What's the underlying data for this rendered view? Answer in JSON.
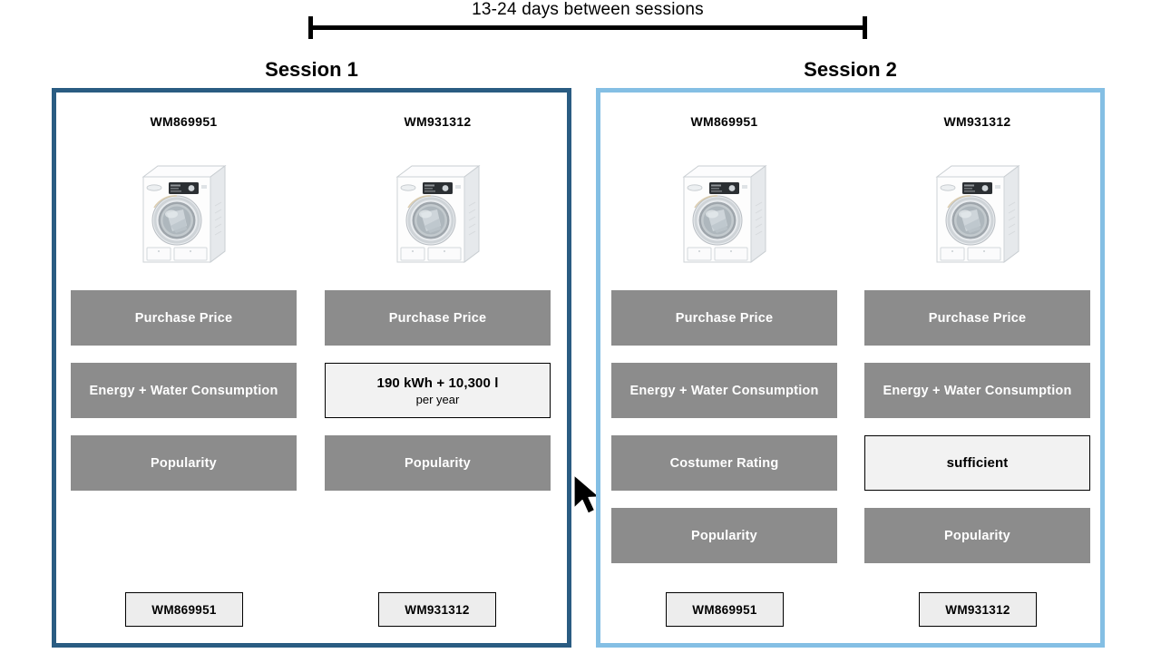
{
  "timeline": {
    "label": "13-24 days between sessions"
  },
  "sessions": [
    {
      "title": "Session 1",
      "border_color": "#2a5c82",
      "products": [
        {
          "name": "WM869951",
          "image": "washing-machine-image",
          "choice_label": "WM869951"
        },
        {
          "name": "WM931312",
          "image": "washing-machine-image",
          "choice_label": "WM931312"
        }
      ],
      "attribute_rows": [
        {
          "cells": [
            {
              "state": "hidden",
              "label": "Purchase Price"
            },
            {
              "state": "hidden",
              "label": "Purchase Price"
            }
          ]
        },
        {
          "cells": [
            {
              "state": "hidden",
              "label": "Energy + Water Consumption"
            },
            {
              "state": "revealed",
              "label": "Energy + Water Consumption",
              "value": "190 kWh + 10,300 l",
              "subvalue": "per year",
              "cursor": true
            }
          ]
        },
        {
          "cells": [
            {
              "state": "hidden",
              "label": "Popularity"
            },
            {
              "state": "hidden",
              "label": "Popularity"
            }
          ]
        }
      ]
    },
    {
      "title": "Session 2",
      "border_color": "#84bfe4",
      "products": [
        {
          "name": "WM869951",
          "image": "washing-machine-image",
          "choice_label": "WM869951"
        },
        {
          "name": "WM931312",
          "image": "washing-machine-image",
          "choice_label": "WM931312"
        }
      ],
      "attribute_rows": [
        {
          "cells": [
            {
              "state": "hidden",
              "label": "Purchase Price"
            },
            {
              "state": "hidden",
              "label": "Purchase Price"
            }
          ]
        },
        {
          "cells": [
            {
              "state": "hidden",
              "label": "Energy + Water Consumption"
            },
            {
              "state": "hidden",
              "label": "Energy + Water Consumption"
            }
          ]
        },
        {
          "cells": [
            {
              "state": "hidden",
              "label": "Costumer Rating"
            },
            {
              "state": "revealed",
              "label": "Costumer Rating",
              "value": "sufficient",
              "subvalue": "",
              "cursor": true
            }
          ]
        },
        {
          "cells": [
            {
              "state": "hidden",
              "label": "Popularity"
            },
            {
              "state": "hidden",
              "label": "Popularity"
            }
          ]
        }
      ]
    }
  ],
  "colors": {
    "hidden_box": "#8c8c8c",
    "revealed_box": "#f2f2f2",
    "choice_box": "#ededed",
    "session1_border": "#2a5c82",
    "session2_border": "#84bfe4"
  }
}
